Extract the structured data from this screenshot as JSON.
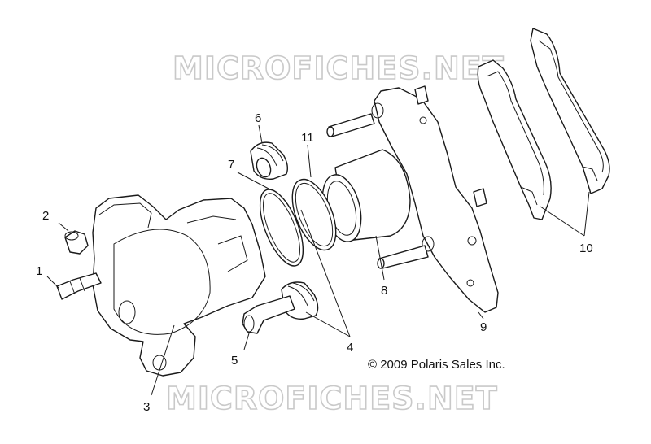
{
  "watermark": {
    "top": "MICROFICHES.NET",
    "bottom": "MICROFICHES.NET"
  },
  "copyright": "© 2009 Polaris Sales Inc.",
  "callouts": {
    "c1": "1",
    "c2": "2",
    "c3": "3",
    "c4": "4",
    "c5": "5",
    "c6": "6",
    "c7": "7",
    "c8": "8",
    "c9": "9",
    "c10": "10",
    "c11": "11"
  }
}
